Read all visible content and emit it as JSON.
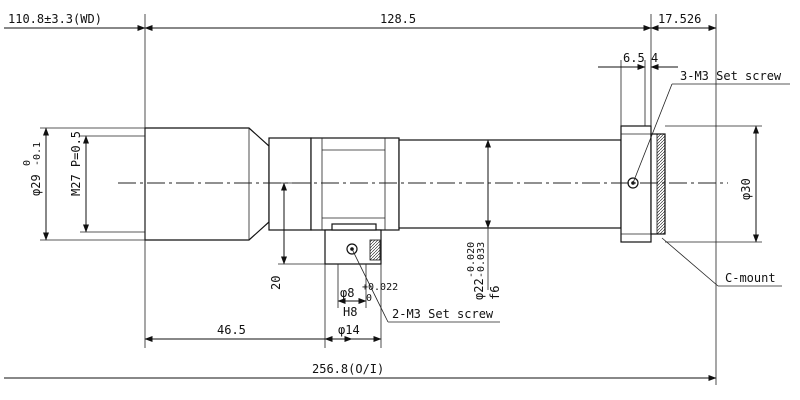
{
  "dimensions": {
    "wd": "110.8±3.3(WD)",
    "body_length": "128.5",
    "mount_length": "17.526",
    "set_screw_pos_a": "6.5",
    "set_screw_pos_b": "4",
    "thread_dia": "φ29",
    "thread_tol_upper": "0",
    "thread_tol_lower": "-0.1",
    "thread_spec": "M27 P=0.5",
    "mount_dia": "φ30",
    "shaft_dia": "φ22",
    "shaft_tol_upper": "-0.020",
    "shaft_tol_lower": "-0.033",
    "shaft_fit": "f6",
    "pin_height": "20",
    "pin_dia": "φ8",
    "pin_tol_upper": "+0.022",
    "pin_tol_lower": "0",
    "pin_fit": "H8",
    "collar_dia": "φ14",
    "collar_pos": "46.5",
    "overall_length": "256.8(O/I)"
  },
  "callouts": {
    "top_screw": "3-M3 Set screw",
    "bottom_screw": "2-M3 Set screw",
    "mount": "C-mount"
  }
}
